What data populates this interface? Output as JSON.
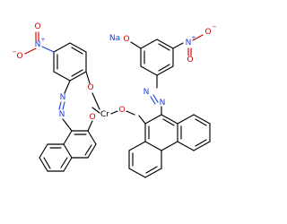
{
  "structure": {
    "atoms": {
      "nitro_left_o_minus": "O",
      "nitro_left_minus": "−",
      "nitro_left_n": "N",
      "nitro_left_plus": "+",
      "nitro_left_o_top": "O",
      "phenol_left_o": "O",
      "chromium": "Cr",
      "azo_left_n_upper": "N",
      "azo_left_n_lower": "N",
      "naphthol_left_o": "O",
      "naphthol_right_o": "O",
      "azo_right_n_left": "N",
      "azo_right_n_right": "N",
      "sodium": "Na",
      "phenol_right_o": "O",
      "nitro_right_n": "N",
      "nitro_right_plus": "+",
      "nitro_right_o_minus": "O",
      "nitro_right_minus": "−",
      "nitro_right_o_bottom": "O"
    },
    "colors": {
      "bond": "#000000",
      "oxygen": "#d40000",
      "nitrogen": "#1c3fe0",
      "chromium": "#000000",
      "sodium": "#1c3fe0"
    }
  }
}
